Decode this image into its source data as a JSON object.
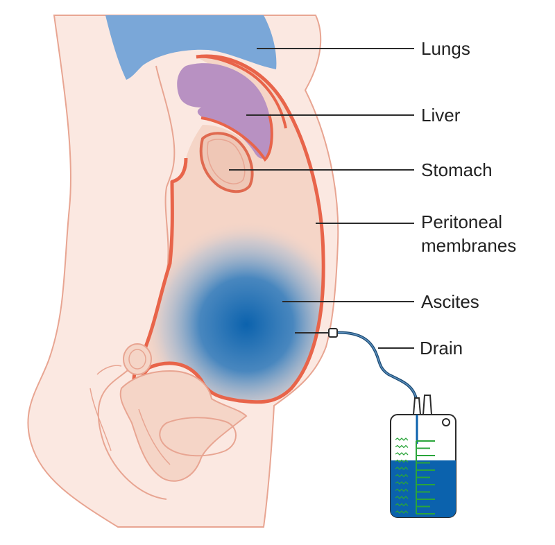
{
  "labels": {
    "lungs": "Lungs",
    "liver": "Liver",
    "stomach": "Stomach",
    "peritoneal_line1": "Peritoneal",
    "peritoneal_line2": "membranes",
    "ascites": "Ascites",
    "drain": "Drain"
  },
  "colors": {
    "skin": "#fbe8e1",
    "skin_outline": "#e8a592",
    "inner_cavity": "#f5d5c7",
    "peritoneum": "#e8644a",
    "lungs": "#7aa7d8",
    "liver": "#b891c2",
    "stomach": "#efc7b6",
    "ascites_fluid": "#0b62ad",
    "tube": "#1b4a73",
    "bag_fill": "#0b62ad",
    "bag_scale": "#2aa53a"
  },
  "drain_bag": {
    "fill_fraction": 0.6
  }
}
